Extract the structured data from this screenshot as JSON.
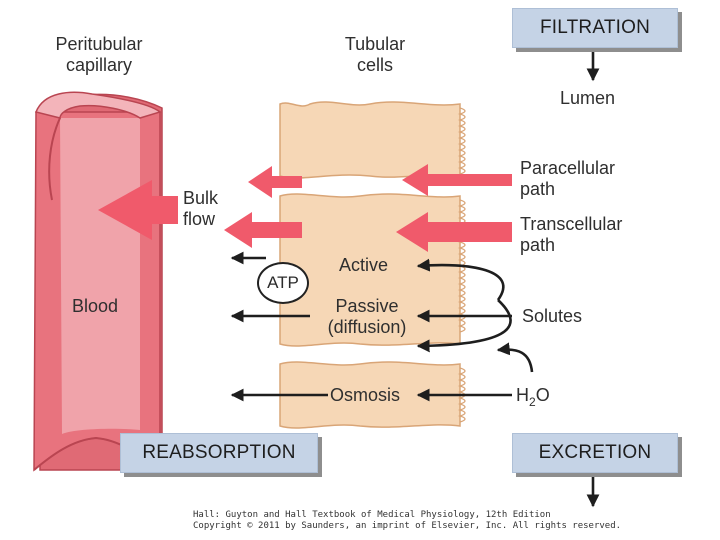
{
  "labels": {
    "peritubular_capillary": [
      "Peritubular",
      "capillary"
    ],
    "tubular_cells": [
      "Tubular",
      "cells"
    ],
    "lumen": "Lumen",
    "paracellular": [
      "Paracellular",
      "path"
    ],
    "transcellular": [
      "Transcellular",
      "path"
    ],
    "bulk_flow": [
      "Bulk",
      "flow"
    ],
    "blood": "Blood",
    "atp": "ATP",
    "active": "Active",
    "passive": [
      "Passive",
      "(diffusion)"
    ],
    "solutes": "Solutes",
    "osmosis": "Osmosis",
    "h2o": {
      "h": "H",
      "sub": "2",
      "o": "O"
    }
  },
  "boxes": {
    "filtration": "FILTRATION",
    "reabsorption": "REABSORPTION",
    "excretion": "EXCRETION"
  },
  "credit": [
    "Hall: Guyton and Hall Textbook of Medical Physiology, 12th Edition",
    "Copyright © 2011 by Saunders, an imprint of Elsevier, Inc. All rights reserved."
  ],
  "colors": {
    "vessel": "#e8737e",
    "vessel_inner": "#f0a3aa",
    "cell": "#f6d7b6",
    "cell_border": "#d9a577",
    "flow_arrow": "#f05a6b",
    "box": "#c5d3e6"
  }
}
